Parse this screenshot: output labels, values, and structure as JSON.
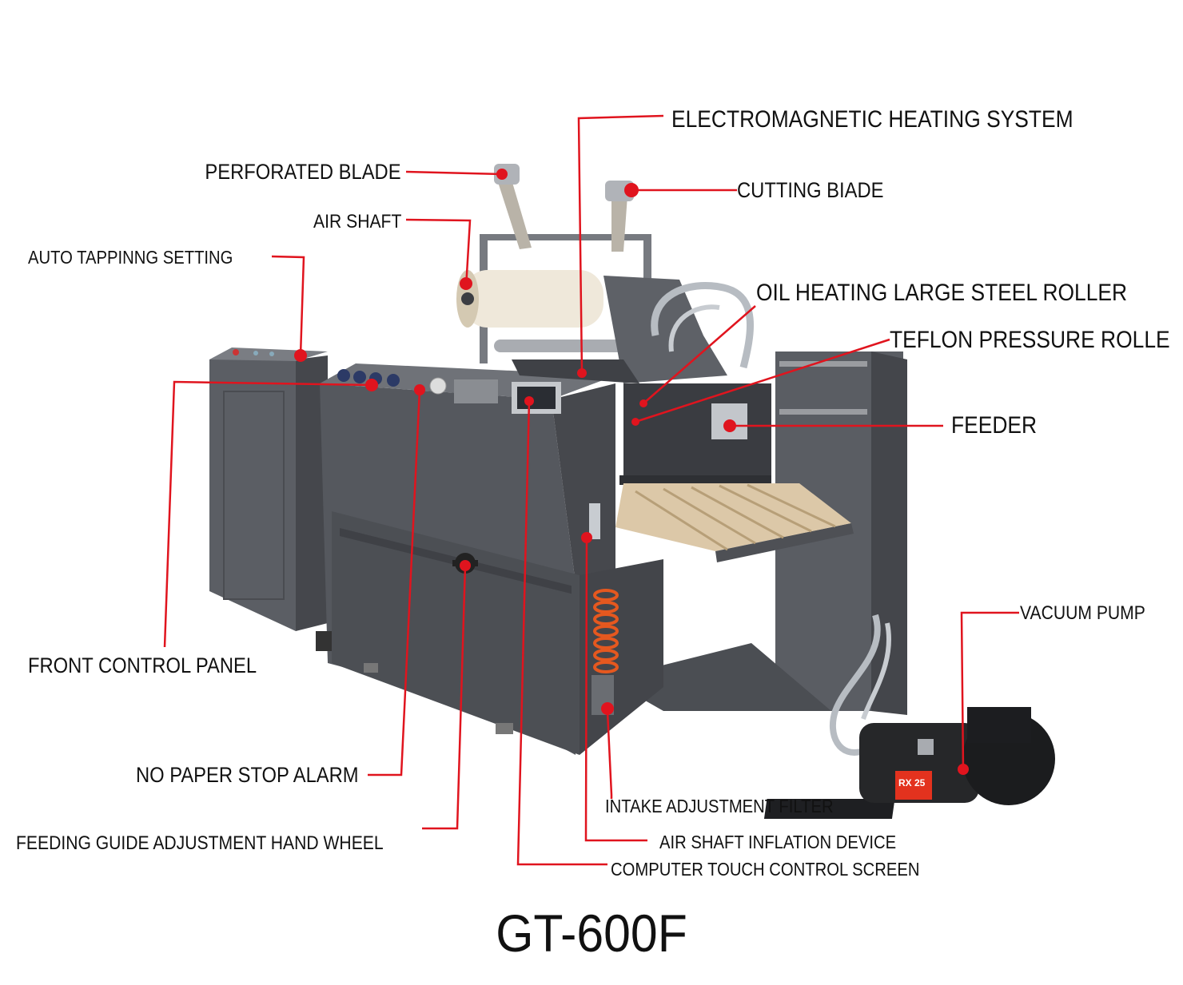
{
  "colors": {
    "leader": "#e0141e",
    "machine": "#55585e",
    "machine_dark": "#3b3d42",
    "machine_light": "#6d7076",
    "roll": "#efe8da",
    "board": "#dcc8a8"
  },
  "labels": {
    "electromagnetic": "ELECTROMAGNETIC HEATING SYSTEM",
    "perforated_blade": "PERFORATED BLADE",
    "cutting_blade": "CUTTING BIADE",
    "air_shaft": "AIR SHAFT",
    "auto_tapping": "AUTO TAPPINNG SETTING",
    "oil_heating": "OIL HEATING LARGE STEEL ROLLER",
    "teflon": "TEFLON PRESSURE ROLLE",
    "feeder": "FEEDER",
    "vacuum_pump": "VACUUM PUMP",
    "front_control_panel": "FRONT CONTROL PANEL",
    "no_paper_stop_alarm": "NO PAPER STOP ALARM",
    "intake_filter": "INTAKE ADJUSTMENT FILTER",
    "feeding_guide": "FEEDING GUIDE ADJUSTMENT HAND WHEEL",
    "air_shaft_inflation": "AIR SHAFT INFLATION DEVICE",
    "touch_screen": "COMPUTER TOUCH CONTROL SCREEN"
  },
  "pump_badge": "RX 25",
  "model": "GT-600F"
}
